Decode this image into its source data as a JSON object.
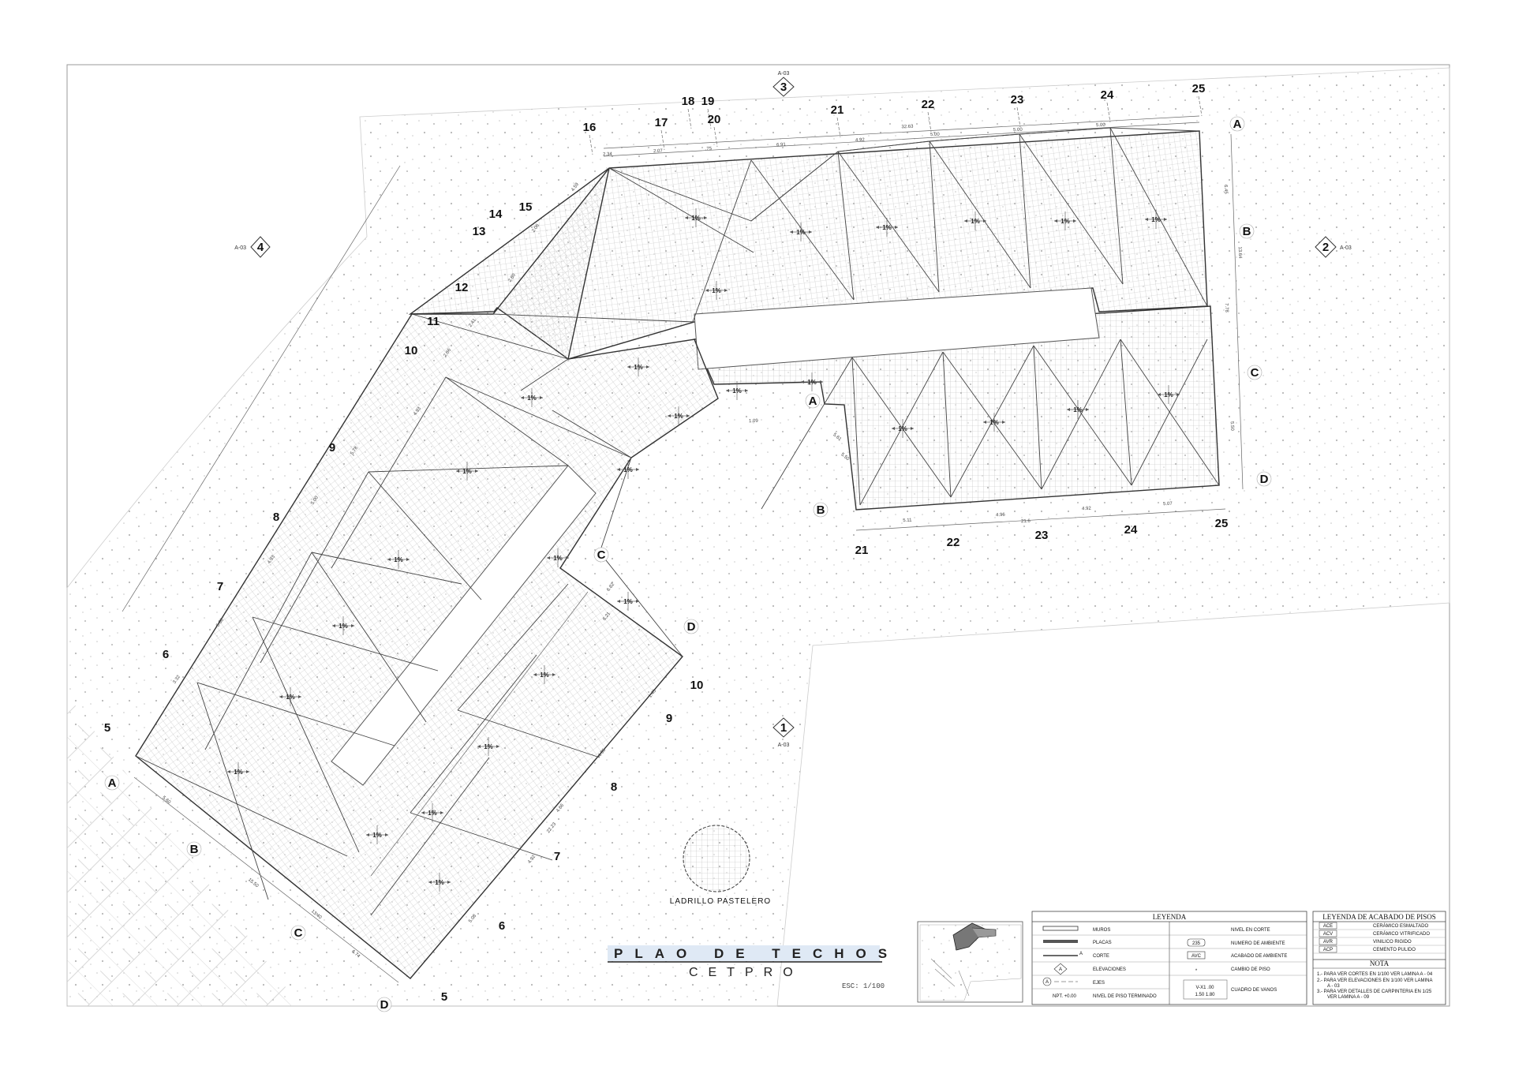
{
  "sheet": {
    "title": "PLAO DE TECHOS",
    "subtitle": "CETPRO",
    "scale": "ESC: 1/100"
  },
  "section_markers": [
    {
      "num": "3",
      "ref": "A-03"
    },
    {
      "num": "4",
      "ref": "A-03"
    },
    {
      "num": "2",
      "ref": "A-03"
    },
    {
      "num": "1",
      "ref": "A-03"
    }
  ],
  "axes_top": [
    "16",
    "17",
    "18",
    "19",
    "20",
    "21",
    "22",
    "23",
    "24",
    "25"
  ],
  "axes_left": [
    "15",
    "14",
    "13",
    "12",
    "11",
    "10",
    "9",
    "8",
    "7",
    "6",
    "5"
  ],
  "axes_right_lower": [
    "10",
    "9",
    "8",
    "7",
    "6",
    "5"
  ],
  "axes_bottom": [
    "21",
    "22",
    "23",
    "24",
    "25"
  ],
  "axes_letters": [
    "A",
    "B",
    "C",
    "D"
  ],
  "slope_label": "1%",
  "dimensions": {
    "top": [
      "2.34",
      "2.07",
      ".75",
      "6.91",
      "4.92",
      "5.00",
      "5.00",
      "5.00",
      "32.63"
    ],
    "bottom": [
      "5.11",
      "4.96",
      "4.92",
      "5.07",
      "21.6",
      "1.09"
    ],
    "right": [
      "6.45",
      "7.78",
      "5.50",
      "13.64"
    ],
    "diag_left": [
      "4.59",
      "2.06",
      "2.80",
      "2.41",
      "2.66",
      "4.93",
      "5.78",
      "5.00",
      "4.93",
      "5.08",
      "3.32"
    ],
    "diag_right": [
      "6.82",
      "6.21",
      "1.45",
      "4.95",
      "4.66",
      "4.92",
      "5.08",
      "22.23"
    ],
    "short": [
      "5.50",
      "5.61",
      "15.50",
      "6.74",
      "5.60",
      "13.40"
    ]
  },
  "pattern_sample": {
    "label": "LADRILLO PASTELERO"
  },
  "legend": {
    "title": "LEYENDA",
    "left_items": [
      "MUROS",
      "PLACAS",
      "CORTE",
      "ELEVACIONES",
      "EJES",
      "NIVEL DE PISO TERMINADO"
    ],
    "right_items": [
      "NIVEL EN CORTE",
      "NUMERO DE AMBIENTE",
      "ACABADO DE AMBIENTE",
      "CAMBIO DE PISO",
      "CUADRO DE VANOS"
    ],
    "symbols": {
      "corte": "A",
      "elevacion": "A",
      "eje": "A",
      "npt": "NPT. +0.00",
      "ambiente": "235",
      "acabado": "AVC",
      "cambio": "*",
      "vanos_row1": "V-X1 .00",
      "vanos_row2": "1.50 1.80"
    }
  },
  "finishes": {
    "title": "LEYENDA DE ACABADO DE PISOS",
    "rows": [
      {
        "code": "ACE",
        "desc": "CERÁMICO ESMALTADO"
      },
      {
        "code": "ACV",
        "desc": "CERÁMICO VITRIFICADO"
      },
      {
        "code": "AVR",
        "desc": "VINILICO RIGIDO"
      },
      {
        "code": "ACP",
        "desc": "CEMENTO PULIDO"
      }
    ],
    "note_title": "NOTA",
    "notes": [
      "1.-   PARA VER CORTES EN 1/100  VER LAMINA A - 04",
      "2.-   PARA VER ELEVACIONES EN 1/100 VER LAMINA",
      "A - 03",
      "3.-   PARA VER DETALLES DE CARPINTERIA EN 1/25",
      "VER LAMINA A - 09"
    ]
  }
}
